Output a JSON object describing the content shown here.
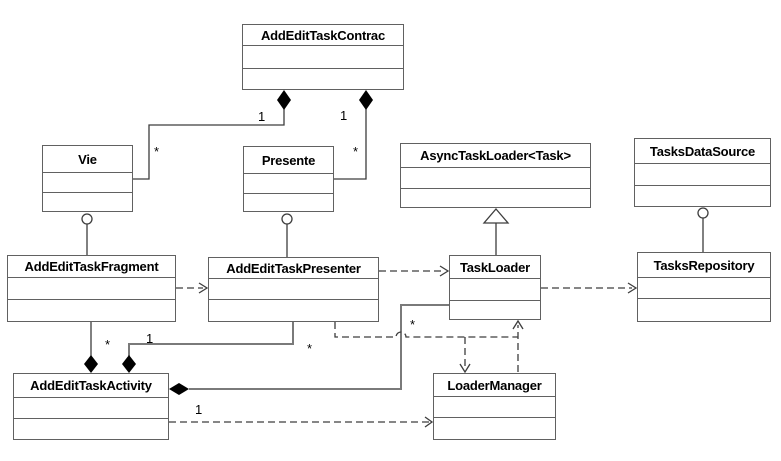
{
  "diagram": {
    "kind": "uml-class-diagram",
    "colors": {
      "background": "#ffffff",
      "box_border": "#616161",
      "line": "#3d3d3d",
      "gray_line": "#7a7a7a",
      "diamond_fill": "#000000",
      "text": "#000000"
    },
    "classes": [
      {
        "id": "contract",
        "title": "AddEditTaskContrac"
      },
      {
        "id": "vie",
        "title": "Vie"
      },
      {
        "id": "presente",
        "title": "Presente"
      },
      {
        "id": "async_loader",
        "title": "AsyncTaskLoader<Task>"
      },
      {
        "id": "tasks_datasource",
        "title": "TasksDataSource"
      },
      {
        "id": "fragment",
        "title": "AddEditTaskFragment"
      },
      {
        "id": "presenter",
        "title": "AddEditTaskPresenter"
      },
      {
        "id": "task_loader",
        "title": "TaskLoader"
      },
      {
        "id": "tasks_repository",
        "title": "TasksRepository"
      },
      {
        "id": "activity",
        "title": "AddEditTaskActivity"
      },
      {
        "id": "loader_manager",
        "title": "LoaderManager"
      }
    ],
    "labels": [
      {
        "text": "1"
      },
      {
        "text": "*"
      },
      {
        "text": "1"
      },
      {
        "text": "*"
      },
      {
        "text": "*"
      },
      {
        "text": "1"
      },
      {
        "text": "*"
      },
      {
        "text": "*"
      },
      {
        "text": "1"
      }
    ],
    "relationships": [
      {
        "type": "composition",
        "from": "contract",
        "to": "vie",
        "from_mult": "1",
        "to_mult": "*"
      },
      {
        "type": "composition",
        "from": "contract",
        "to": "presente",
        "from_mult": "1",
        "to_mult": "*"
      },
      {
        "type": "realization",
        "from": "fragment",
        "to": "vie"
      },
      {
        "type": "realization",
        "from": "presenter",
        "to": "presente"
      },
      {
        "type": "realization",
        "from": "tasks_repository",
        "to": "tasks_datasource"
      },
      {
        "type": "generalization",
        "from": "task_loader",
        "to": "async_loader"
      },
      {
        "type": "dependency",
        "from": "fragment",
        "to": "presenter"
      },
      {
        "type": "dependency",
        "from": "presenter",
        "to": "task_loader"
      },
      {
        "type": "dependency",
        "from": "task_loader",
        "to": "tasks_repository"
      },
      {
        "type": "composition",
        "from": "activity",
        "to": "fragment",
        "to_mult": "*"
      },
      {
        "type": "composition",
        "from": "activity",
        "to": "presenter",
        "to_mult": "1"
      },
      {
        "type": "composition",
        "from": "activity",
        "to": "task_loader",
        "to_mult": "*"
      },
      {
        "type": "dependency",
        "from": "presenter",
        "to": "loader_manager",
        "from_mult": "*"
      },
      {
        "type": "dependency",
        "from": "loader_manager",
        "to": "task_loader"
      },
      {
        "type": "dependency",
        "from": "activity",
        "to": "loader_manager",
        "from_mult": "1"
      }
    ]
  }
}
